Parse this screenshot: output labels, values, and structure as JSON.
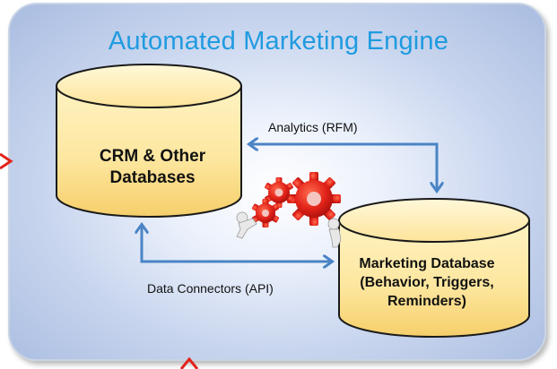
{
  "diagram": {
    "title": "Automated Marketing Engine",
    "nodes": {
      "crm": {
        "lines": [
          "CRM & Other",
          "Databases"
        ]
      },
      "marketing": {
        "lines": [
          "Marketing Database",
          "(Behavior, Triggers,",
          "Reminders)"
        ]
      }
    },
    "edges": {
      "analytics": {
        "label": "Analytics (RFM)",
        "from": "crm",
        "to": "marketing"
      },
      "connectors": {
        "label": "Data Connectors (API)",
        "from": "marketing",
        "to": "crm"
      }
    },
    "colors": {
      "title": "#1f9be0",
      "connector": "#4a84c4",
      "cylinder_fill": "#fde59a",
      "cylinder_stroke": "#1a1a1a",
      "gear": "#e2231a",
      "external_arrow": "#e2231a"
    },
    "icons": [
      "gears-teamwork-icon",
      "left-entry-chevron-icon",
      "bottom-entry-chevron-icon"
    ]
  }
}
